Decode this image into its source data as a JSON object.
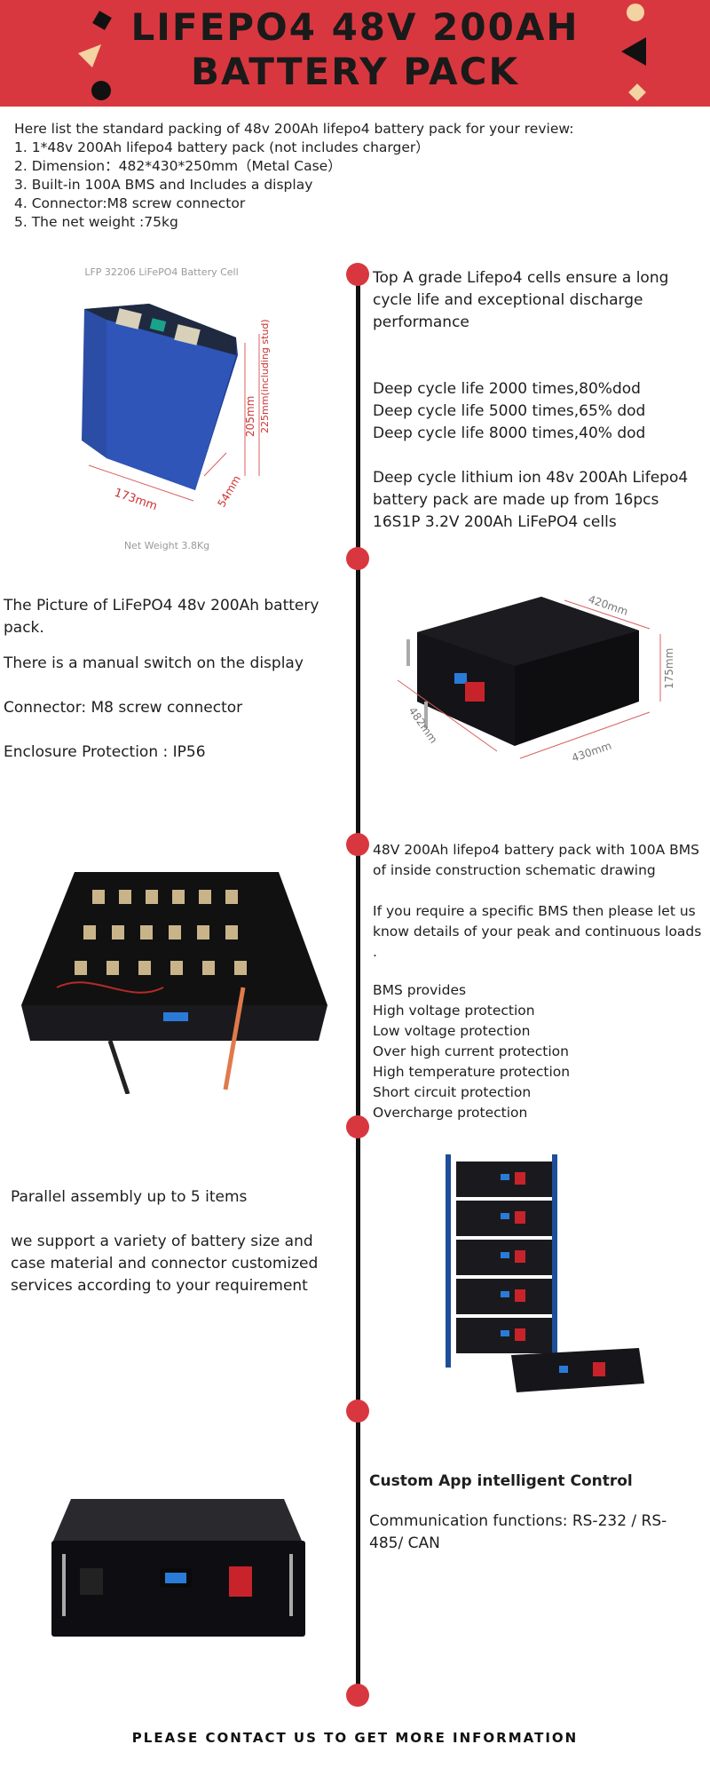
{
  "header": {
    "title_line1": "LIFEPO4 48V 200AH",
    "title_line2": "BATTERY PACK",
    "bg_color": "#d9373f",
    "accent_color": "#f3d3a2"
  },
  "intro": {
    "lead": "Here list the standard packing of 48v 200Ah lifepo4 battery pack for your review:",
    "items": [
      "1. 1*48v 200Ah lifepo4 battery pack (not includes charger）",
      "2. Dimension：482*430*250mm（Metal Case）",
      "3. Built-in 100A BMS and Includes a display",
      "4. Connector:M8 screw connector",
      "5. The net weight :75kg"
    ]
  },
  "section1": {
    "image": {
      "caption": "LFP 32206 LiFePO4 Battery Cell",
      "dim_width": "173mm",
      "dim_height": "205mm",
      "dim_total": "225mm(including stud)",
      "dim_depth": "54mm",
      "net_weight": "Net Weight 3.8Kg"
    },
    "text1": "Top A grade Lifepo4 cells ensure a long cycle life and exceptional discharge performance",
    "cycles": [
      "Deep cycle life 2000 times,80%dod",
      "Deep cycle life 5000 times,65% dod",
      "Deep cycle life 8000 times,40% dod"
    ],
    "text2": "Deep cycle lithium ion 48v 200Ah Lifepo4 battery pack are made up from 16pcs 16S1P 3.2V 200Ah LiFePO4 cells"
  },
  "section2": {
    "lines": [
      "The Picture of LiFePO4 48v 200Ah battery pack.",
      "There is a manual switch on the display",
      "Connector: M8 screw connector",
      "Enclosure Protection : IP56"
    ],
    "image": {
      "dim_depth": "420mm",
      "dim_height": "175mm",
      "dim_width": "430mm",
      "dim_side": "482mm"
    }
  },
  "section3": {
    "text1": "48V 200Ah lifepo4 battery pack with 100A BMS of inside construction schematic drawing",
    "text2": "If you require a specific BMS then please let us know details of your peak and continuous loads .",
    "bms_title": "BMS provides",
    "bms_items": [
      "High voltage protection",
      "Low voltage protection",
      "Over high current protection",
      "High temperature protection",
      "Short circuit protection",
      "Overcharge protection"
    ]
  },
  "section4": {
    "text1": "Parallel assembly up to 5 items",
    "text2": "we support a variety of battery size and case material and connector customized services according to your requirement"
  },
  "section5": {
    "title": "Custom App intelligent Control",
    "text": "Communication functions: RS-232 / RS-485/ CAN"
  },
  "footer": {
    "text": "PLEASE CONTACT US TO GET MORE INFORMATION"
  },
  "icons": [
    "triangle-icon",
    "diamond-icon",
    "circle-icon",
    "timeline-dot-icon"
  ]
}
